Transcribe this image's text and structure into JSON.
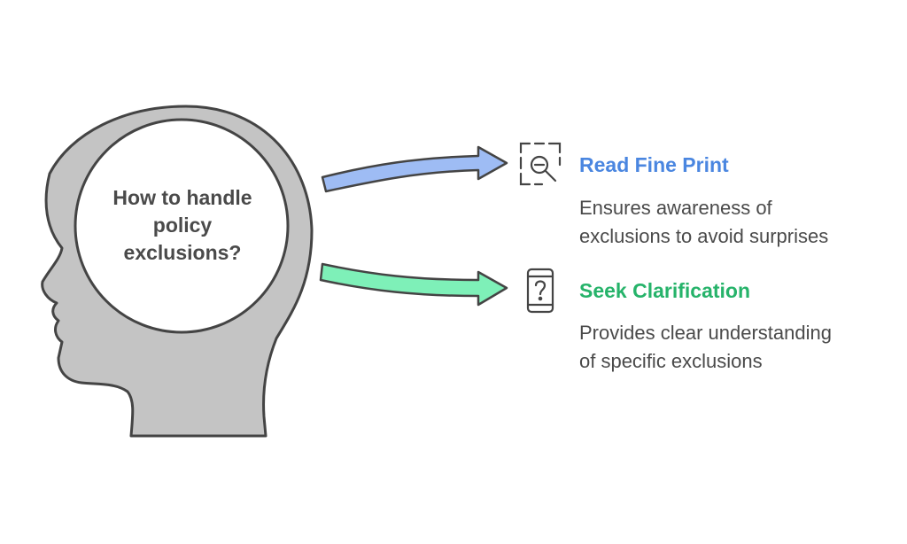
{
  "question": {
    "lines": [
      "How to handle",
      "policy",
      "exclusions?"
    ]
  },
  "options": [
    {
      "title": "Read Fine Print",
      "description_lines": [
        "Ensures awareness of",
        "exclusions to avoid surprises"
      ],
      "icon": "magnifier-zoom-out-icon",
      "color": "#4a86e0",
      "arrow_fill": "#9ebcf4"
    },
    {
      "title": "Seek Clarification",
      "description_lines": [
        "Provides clear understanding",
        "of specific exclusions"
      ],
      "icon": "phone-question-icon",
      "color": "#26b36a",
      "arrow_fill": "#7ef0b8"
    }
  ],
  "colors": {
    "head_fill": "#c4c4c4",
    "head_stroke": "#444444",
    "thought_bubble": "#ffffff"
  }
}
